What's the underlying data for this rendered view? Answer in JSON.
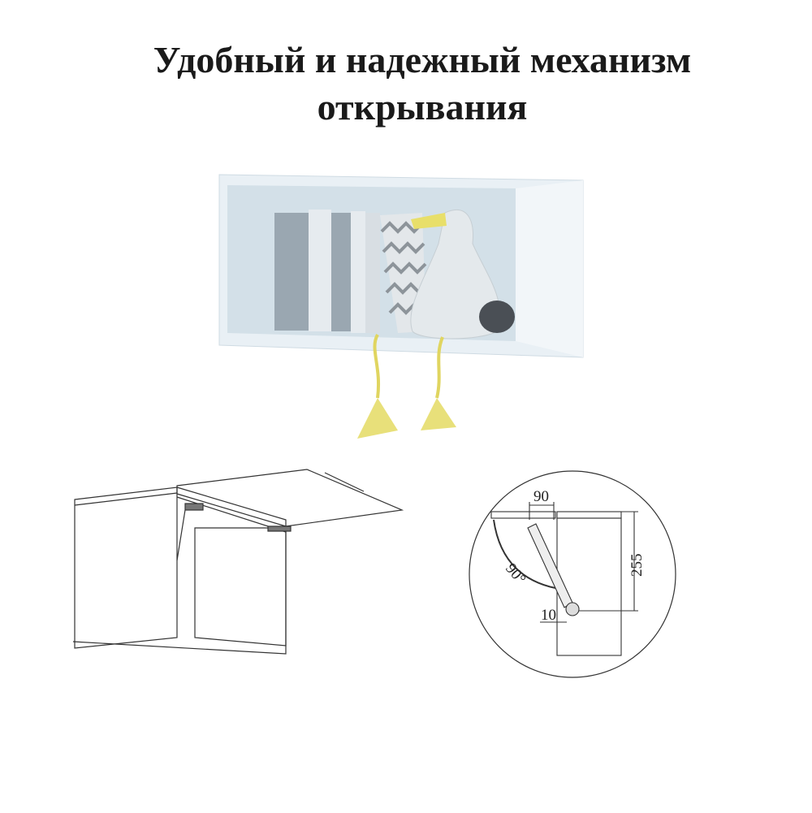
{
  "title": {
    "line1": "Удобный и надежный механизм",
    "line2": "открывания"
  },
  "diagram": {
    "width_label": "90",
    "height_label": "255",
    "angle_label": "90°",
    "offset_label": "10"
  },
  "colors": {
    "cabinet": "#eef3f7",
    "accent_yellow": "#e8e07a",
    "line": "#333333"
  }
}
